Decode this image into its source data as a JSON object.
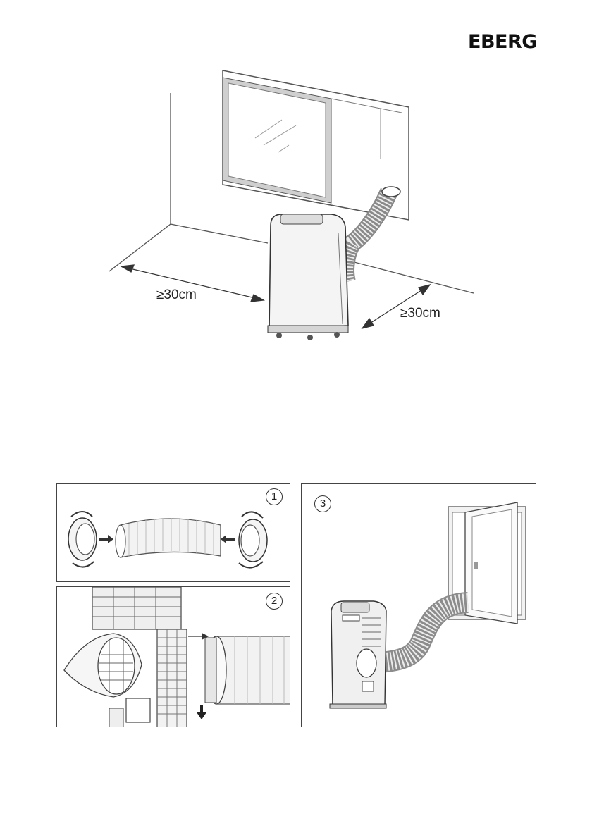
{
  "brand": {
    "logo": "EBERG"
  },
  "top_figure": {
    "clearance_left": "≥30cm",
    "clearance_right": "≥30cm"
  },
  "steps": [
    {
      "number": "1"
    },
    {
      "number": "2"
    },
    {
      "number": "3"
    }
  ],
  "colors": {
    "line": "#555555",
    "wall": "#9a9a9a",
    "unit": "#f2f2f2"
  },
  "icons": [
    "rotate-arrow-icon",
    "push-arrow-icon",
    "down-arrow-icon"
  ]
}
